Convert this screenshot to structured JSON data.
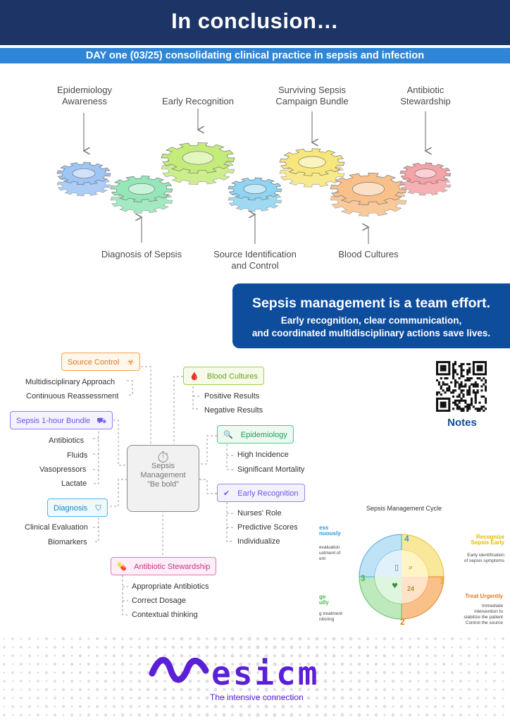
{
  "header": {
    "title": "In conclusion…",
    "subtitle": "DAY one (03/25) consolidating clinical practice in sepsis and infection"
  },
  "gears": {
    "top_labels": [
      {
        "text": "Epidemiology\nAwareness"
      },
      {
        "text": "Early Recognition"
      },
      {
        "text": "Surviving Sepsis\nCampaign Bundle"
      },
      {
        "text": "Antibiotic\nStewardship"
      }
    ],
    "bottom_labels": [
      {
        "text": "Diagnosis of Sepsis"
      },
      {
        "text": "Source Identification\nand Control"
      },
      {
        "text": "Blood Cultures"
      }
    ],
    "colors": {
      "blue": "#9ec5f5",
      "green": "#95e6b8",
      "lime": "#c4ec7a",
      "teal": "#8fd4f2",
      "yellow": "#f7e67a",
      "orange": "#f9c08a",
      "red": "#f6a3a8"
    }
  },
  "team": {
    "title": "Sepsis management is a team effort.",
    "line1": "Early recognition, clear communication,",
    "line2": "and coordinated multidisciplinary actions save lives."
  },
  "mindmap": {
    "center": {
      "line1": "Sepsis",
      "line2": "Management",
      "line3": "\"Be bold\""
    },
    "source_control": {
      "label": "Source Control",
      "leaves": [
        "Multidisciplinary Approach",
        "Continuous Reassessment"
      ]
    },
    "bundle": {
      "label": "Sepsis 1-hour Bundle",
      "leaves": [
        "Antibiotics",
        "Fluids",
        "Vasopressors",
        "Lactate"
      ]
    },
    "diagnosis": {
      "label": "Diagnosis",
      "leaves": [
        "Clinical Evaluation",
        "Biomarkers"
      ]
    },
    "blood_cultures": {
      "label": "Blood Cultures",
      "leaves": [
        "Positive Results",
        "Negative Results"
      ]
    },
    "epidemiology": {
      "label": "Epidemiology",
      "leaves": [
        "High Incidence",
        "Significant Mortality"
      ]
    },
    "early_recognition": {
      "label": "Early Recognition",
      "leaves": [
        "Nurses' Role",
        "Predictive Scores",
        "Individualize"
      ]
    },
    "stewardship": {
      "label": "Antibiotic Stewardship",
      "leaves": [
        "Appropriate Antibiotics",
        "Correct Dosage",
        "Contextual thinking"
      ]
    }
  },
  "notes": {
    "label": "Notes"
  },
  "cycle": {
    "title": "Sepsis Management Cycle",
    "steps": [
      {
        "num": "1",
        "title1": "Recognize",
        "title2": "Sepsis Early",
        "desc1": "Early identification",
        "desc2": "of sepsis symptoms",
        "color": "#e5b800"
      },
      {
        "num": "2",
        "title": "Treat Urgently",
        "desc1": "Immediate",
        "desc2": "intervention to",
        "desc3": "stabilize the patient",
        "desc4": "Control the source",
        "color": "#e07b1a"
      },
      {
        "num": "3",
        "title1": "ge",
        "title2": "ully",
        "desc1": "g treatment",
        "desc2": "nitoring",
        "color": "#4db54d"
      },
      {
        "num": "4",
        "title1": "ess",
        "title2": "nuously",
        "desc1": "evaluation",
        "desc2": "ustment of",
        "desc3": "ent",
        "color": "#2d9ad8"
      }
    ],
    "center_number": "24"
  },
  "logo": {
    "name": "esicm",
    "tagline": "The intensive connection",
    "color": "#5a1fd6"
  }
}
